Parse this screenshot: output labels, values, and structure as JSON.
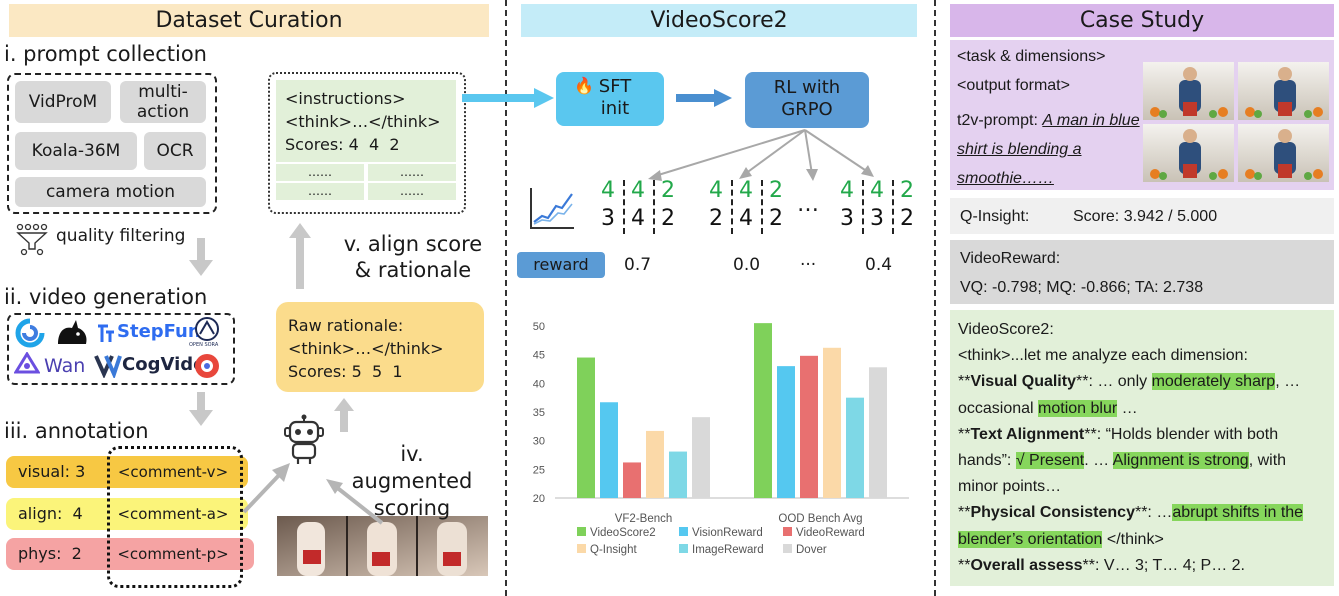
{
  "sections": {
    "left_title": "Dataset Curation",
    "mid_title": "VideoScore2",
    "right_title": "Case Study"
  },
  "curation": {
    "step1": "i. prompt collection",
    "sources": [
      "VidProM",
      "multi-\naction",
      "Koala-36M",
      "OCR",
      "camera motion"
    ],
    "quality_filtering": "quality filtering",
    "step2": "ii. video generation",
    "model_logos": [
      "StepFun",
      "OPEN SORA",
      "Wan",
      "CogVideo"
    ],
    "step3": "iii. annotation",
    "annotations": [
      {
        "label": "visual: 3",
        "comment": "<comment-v>",
        "color": "#f7c843"
      },
      {
        "label": "align:  4",
        "comment": "<comment-a>",
        "color": "#fbf47a"
      },
      {
        "label": "phys:  2",
        "comment": "<comment-p>",
        "color": "#f5a3a3"
      }
    ],
    "step4": "iv. augmented\nscoring",
    "raw_box": {
      "line1": "Raw rationale:",
      "line2": "<think>…</think>",
      "line3": "Scores: 5  5  1"
    },
    "step5": "v. align score\n& rationale",
    "final_box": {
      "line1": "<instructions>",
      "line2": "<think>…</think>",
      "line3": "Scores: 4  4  2",
      "dots": "……"
    }
  },
  "videoscore2": {
    "sft_label": "SFT\ninit",
    "sft_emoji": "🔥",
    "rl_label": "RL with\nGRPO",
    "reward_label": "reward",
    "groups": [
      {
        "top": [
          "4",
          "4",
          "2"
        ],
        "bottom": [
          "3",
          "4",
          "2"
        ],
        "reward": "0.7"
      },
      {
        "top": [
          "4",
          "4",
          "2"
        ],
        "bottom": [
          "2",
          "4",
          "2"
        ],
        "reward": "0.0"
      },
      {
        "top": [
          "4",
          "4",
          "2"
        ],
        "bottom": [
          "3",
          "3",
          "2"
        ],
        "reward": "0.4"
      }
    ],
    "ellipsis": "…",
    "reward_ellipsis": "···"
  },
  "chart_data": {
    "type": "bar",
    "categories": [
      "VF2-Bench",
      "OOD Bench Avg"
    ],
    "series": [
      {
        "name": "VideoScore2",
        "color": "#7fd15a",
        "values": [
          44.5,
          50.5
        ]
      },
      {
        "name": "VisionReward",
        "color": "#55c8f0",
        "values": [
          36.7,
          43.0
        ]
      },
      {
        "name": "VideoReward",
        "color": "#e87070",
        "values": [
          26.2,
          44.8
        ]
      },
      {
        "name": "Q-Insight",
        "color": "#fbd9a8",
        "values": [
          31.7,
          46.2
        ]
      },
      {
        "name": "ImageReward",
        "color": "#7ed8e6",
        "values": [
          28.1,
          37.5
        ]
      },
      {
        "name": "Dover",
        "color": "#d9d9d9",
        "values": [
          34.1,
          42.8
        ]
      }
    ],
    "ylim": [
      20,
      50
    ],
    "yticks": [
      "20",
      "25",
      "30",
      "35",
      "40",
      "45",
      "50"
    ],
    "legend_position": "bottom"
  },
  "case_study": {
    "prompt_lines": [
      "<task & dimensions>",
      "<output format>"
    ],
    "t2v_label": "t2v-prompt: ",
    "t2v_text": "A man in blue shirt is blending a smoothie……",
    "qinsight_label": "Q-Insight:",
    "qinsight_score": "Score: 3.942 / 5.000",
    "videoreward_label": "VideoReward:",
    "videoreward_scores": "VQ: -0.798; MQ: -0.866; TA: 2.738",
    "vs2_label": "VideoScore2:",
    "vs2_intro": "<think>...let me analyze each dimension:",
    "vq_key": "Visual Quality",
    "vq_text_a": ": … only ",
    "vq_hl1": "moderately sharp",
    "vq_text_b": ", … occasional ",
    "vq_hl2": "motion blur",
    "vq_text_c": " …",
    "ta_key": "Text Alignment",
    "ta_text_a": ": “Holds blender with both hands”: ",
    "ta_hl1": "√ Present",
    "ta_text_b": ". … ",
    "ta_hl2": "Alignment is strong",
    "ta_text_c": ", with minor points…",
    "pc_key": "Physical Consistency",
    "pc_text_a": ": …",
    "pc_hl": "abrupt shifts in the blender’s orientation",
    "pc_text_b": " </think>",
    "oa_key": "Overall assess",
    "oa_text": ": V… 3; T… 4; P… 2."
  }
}
